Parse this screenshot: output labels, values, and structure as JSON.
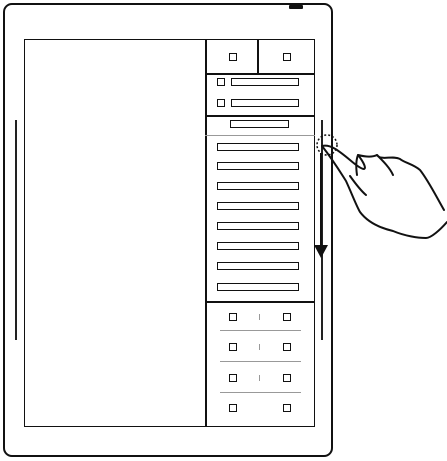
{
  "device": {
    "type": "e-reader-tablet"
  },
  "panel": {
    "top_row_buttons": [
      "square-button",
      "square-button"
    ],
    "toggle_rows": [
      {
        "control": "checkbox",
        "item": "text-bar"
      },
      {
        "control": "checkbox",
        "item": "text-bar"
      }
    ],
    "header_bar": "text-bar",
    "list_items_count": 8,
    "grid_rows": 4,
    "grid_cols": 2
  },
  "gesture": {
    "type": "swipe-down",
    "touch_indicator": "dotted-circle",
    "arrow_icon": "down-arrow-icon",
    "hand_icon": "hand-pointer-icon"
  }
}
